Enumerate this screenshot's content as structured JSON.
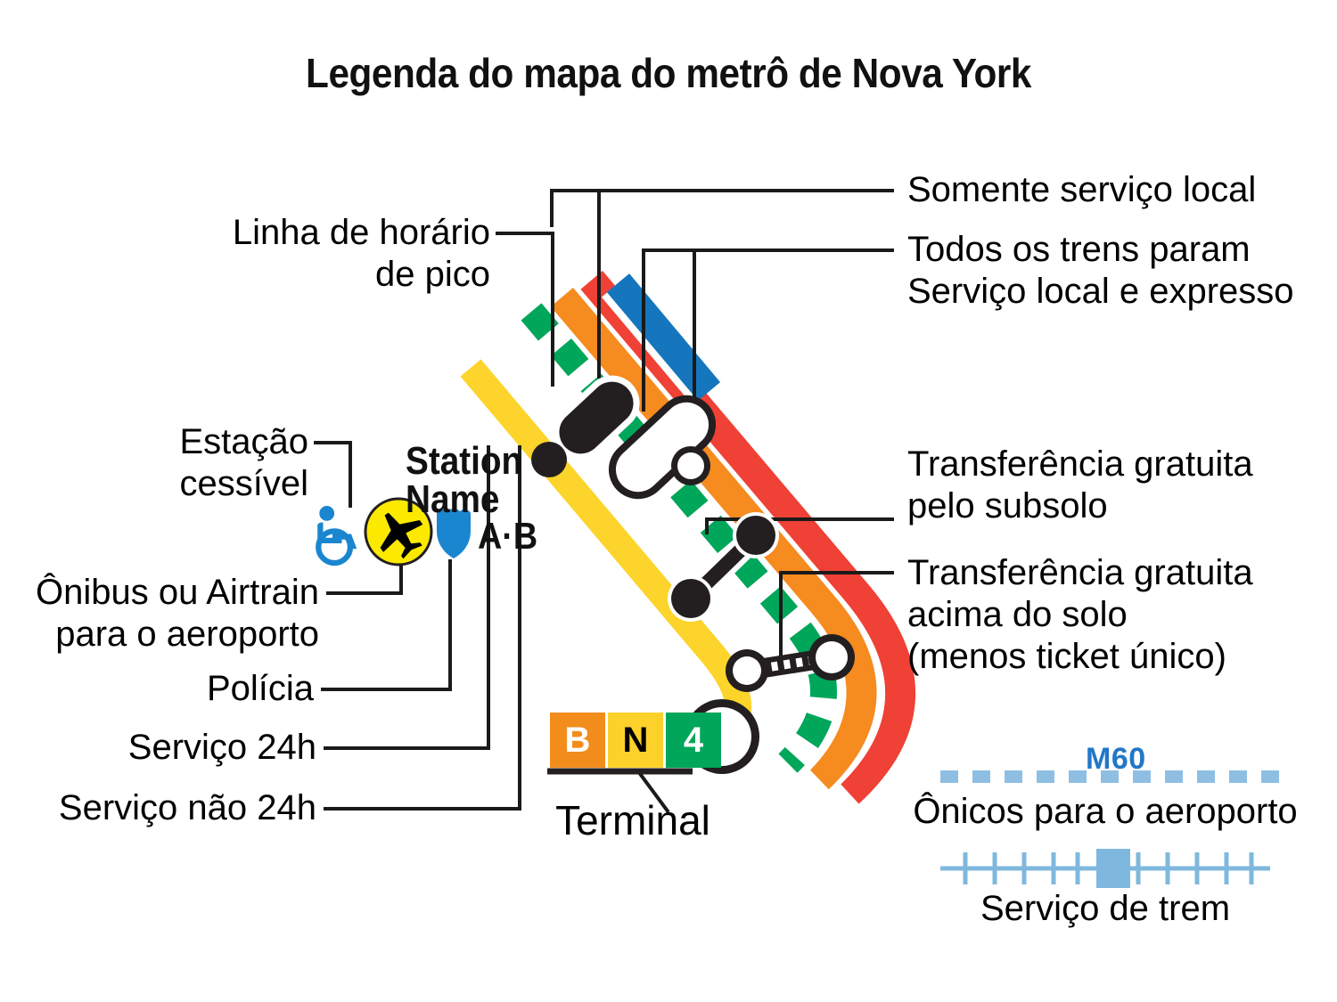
{
  "title": "Legenda do mapa do metrô de Nova York",
  "labels": {
    "peak_line": "Linha de horário\nde pico",
    "local_only": "Somente serviço local",
    "all_trains_stop": "Todos os trens param\nServiço local e expresso",
    "accessible_station": "Estação\ncessível",
    "airport_bus": "Ônibus ou Airtrain\npara o aeroporto",
    "police": "Polícia",
    "service_24h": "Serviço 24h",
    "service_not_24h": "Serviço não 24h",
    "transfer_underground": "Transferência gratuita\npelo subsolo",
    "transfer_aboveground": "Transferência gratuita\nacima do solo\n(menos ticket único)",
    "terminal": "Terminal",
    "airport_only": "Ônicos para o aeroporto",
    "rail_service": "Serviço de trem"
  },
  "station": {
    "name_line1": "Station",
    "name_line2": "Name",
    "routes": "A·B"
  },
  "bullets": [
    {
      "label": "B",
      "bg": "#f28d1c",
      "fg": "#ffffff"
    },
    {
      "label": "N",
      "bg": "#fcd12a",
      "fg": "#000000"
    },
    {
      "label": "4",
      "bg": "#00a65a",
      "fg": "#ffffff"
    }
  ],
  "bus_route": {
    "label": "M60",
    "color": "#8ebfe3",
    "text_color": "#2277c8"
  },
  "rail": {
    "color": "#8ebfe3",
    "marker_color": "#7fb8de"
  },
  "line_colors": {
    "blue": "#1576bd",
    "red": "#ef4136",
    "orange": "#f68b1f",
    "green": "#00a65a",
    "yellow": "#fcd42b",
    "leader": "#1a1a1a",
    "station_black": "#231f20",
    "police_blue": "#1b86d0",
    "access_blue": "#1b86d0",
    "airport_yellow": "#fbe900"
  },
  "icons": {
    "accessible": "wheelchair-icon",
    "airport": "airplane-icon",
    "police": "police-shield-icon"
  }
}
